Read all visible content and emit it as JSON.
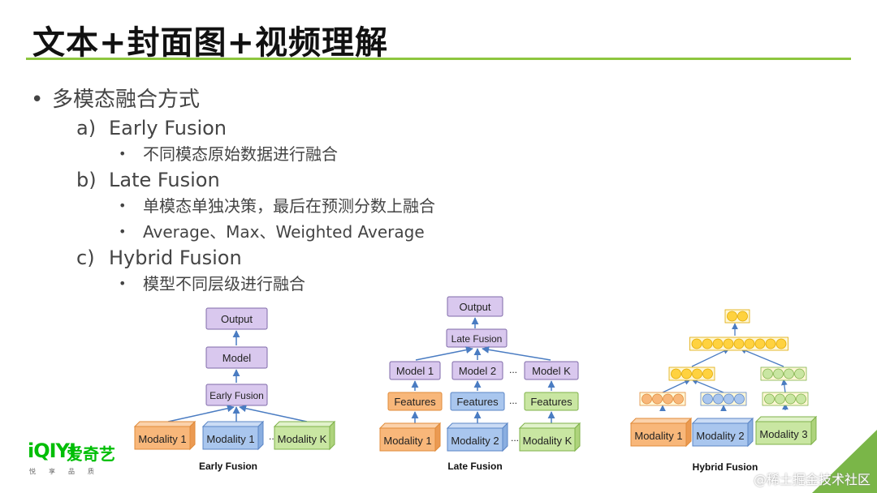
{
  "title": "文本+封面图+视频理解",
  "bullets": {
    "main": "多模态融合方式",
    "a": {
      "marker": "a)",
      "label": "Early Fusion",
      "subs": [
        "不同模态原始数据进行融合"
      ]
    },
    "b": {
      "marker": "b)",
      "label": "Late Fusion",
      "subs": [
        "单模态单独决策，最后在预测分数上融合",
        "Average、Max、Weighted Average"
      ]
    },
    "c": {
      "marker": "c)",
      "label": "Hybrid Fusion",
      "subs": [
        "模型不同层级进行融合"
      ]
    }
  },
  "diagrams": {
    "early": {
      "caption": "Early Fusion",
      "output": "Output",
      "model": "Model",
      "fusion": "Early Fusion",
      "modalities": [
        "Modality 1",
        "Modality 1",
        "Modality K"
      ],
      "ellipsis": "..."
    },
    "late": {
      "caption": "Late Fusion",
      "output": "Output",
      "fusion": "Late Fusion",
      "models": [
        "Model 1",
        "Model 2",
        "Model K"
      ],
      "features": [
        "Features",
        "Features",
        "Features"
      ],
      "modalities": [
        "Modality 1",
        "Modality 2",
        "Modality K"
      ],
      "ellipsis": "..."
    },
    "hybrid": {
      "caption": "Hybrid Fusion",
      "modalities": [
        "Modality 1",
        "Modality 2",
        "Modality 3"
      ]
    }
  },
  "colors": {
    "accent": "#8dc63f",
    "output": "#d9c8ee",
    "orange": "#f8b77a",
    "blue": "#a9c6ee",
    "green": "#c9e6a2",
    "yellow": "#ffd23f"
  },
  "logo": {
    "mark": "iQIYI",
    "name": "爱奇艺",
    "slogan": "悦享品质"
  },
  "watermark": "@稀土掘金技术社区"
}
